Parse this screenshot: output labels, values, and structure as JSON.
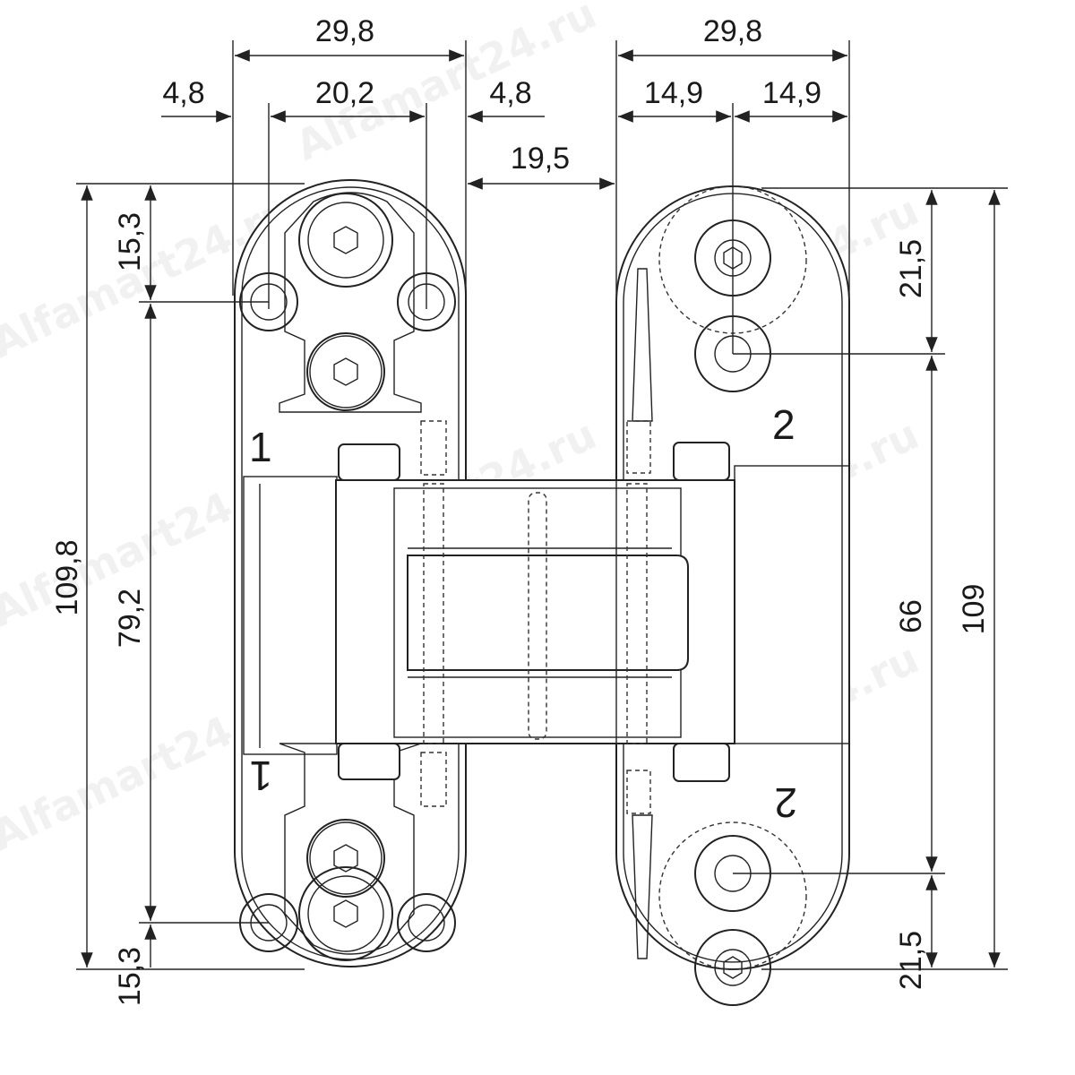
{
  "watermark": "Alfamart24.ru",
  "dimensions": {
    "left_total_width": "29,8",
    "left_edge_left": "4,8",
    "left_hole_spacing": "20,2",
    "left_edge_right": "4,8",
    "gap_between": "19,5",
    "right_total_width": "29,8",
    "right_half_left": "14,9",
    "right_half_right": "14,9",
    "left_total_height": "109,8",
    "left_top_offset": "15,3",
    "left_hole_spacing_vertical": "79,2",
    "left_bottom_offset": "15,3",
    "right_total_height": "109",
    "right_top_offset": "21,5",
    "right_hole_spacing_vertical": "66",
    "right_bottom_offset": "21,5"
  },
  "part_labels": {
    "left_top": "1",
    "left_bottom": "1",
    "right_top": "2",
    "right_bottom": "2"
  }
}
